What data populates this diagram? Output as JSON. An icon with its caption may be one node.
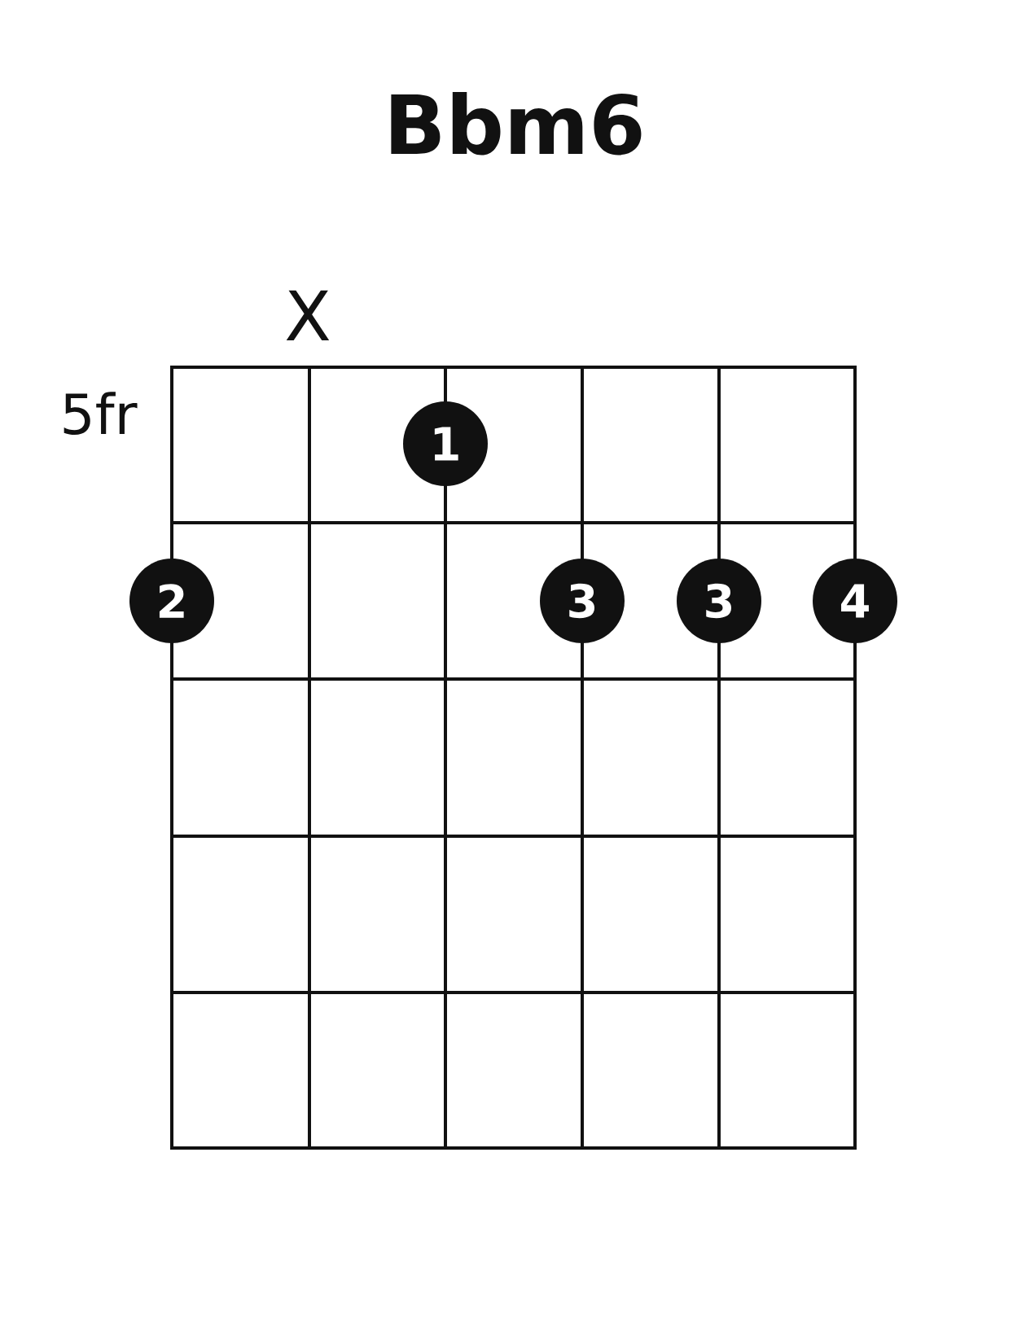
{
  "diagram": {
    "title": "Bbm6",
    "nodes": [
      {
        "text": [
          "1"
        ]
      },
      {
        "text": [
          "2"
        ]
      },
      {
        "text": [
          "3"
        ]
      },
      {
        "text": [
          "3"
        ]
      },
      {
        "text": [
          "4"
        ]
      }
    ],
    "labels": [
      "X",
      "5fr"
    ]
  }
}
